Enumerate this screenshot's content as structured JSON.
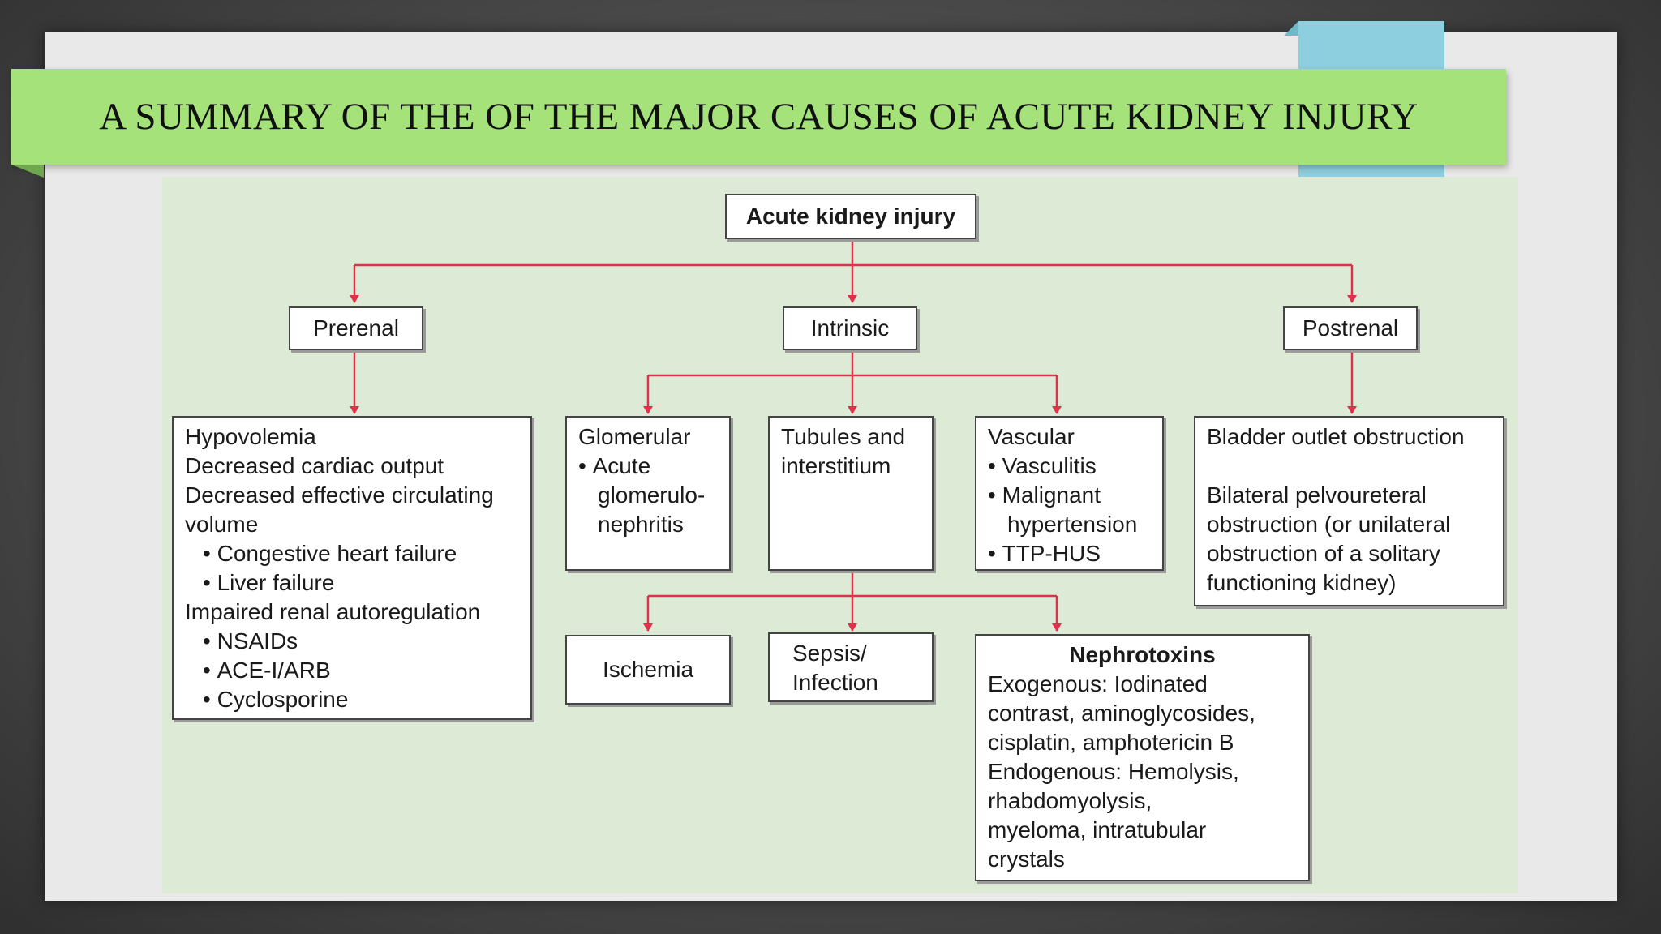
{
  "slide": {
    "title": "A SUMMARY OF THE OF THE MAJOR CAUSES OF ACUTE KIDNEY INJURY"
  },
  "colors": {
    "banner": "#a6e27a",
    "accent_tab": "#8ecfdf",
    "panel": "#ddebd6",
    "connector": "#e0304a"
  },
  "diagram": {
    "root": "Acute kidney injury",
    "categories": {
      "prerenal": "Prerenal",
      "intrinsic": "Intrinsic",
      "postrenal": "Postrenal"
    },
    "prerenal_causes": {
      "hypovolemia": "Hypovolemia",
      "cardiac": "Decreased cardiac output",
      "effective_a": "Decreased effective circulating",
      "effective_b": "volume",
      "chf": "Congestive heart failure",
      "liver": "Liver failure",
      "autoregulation": "Impaired renal autoregulation",
      "nsaids": "NSAIDs",
      "ace": "ACE-I/ARB",
      "cyclosporine": "Cyclosporine"
    },
    "glomerular": {
      "heading": "Glomerular",
      "item_a": "Acute",
      "item_b": "glomerulo-",
      "item_c": "nephritis"
    },
    "tubules": {
      "line1": "Tubules and",
      "line2": "interstitium"
    },
    "vascular": {
      "heading": "Vascular",
      "vasculitis": "Vasculitis",
      "malignant_a": "Malignant",
      "malignant_b": "hypertension",
      "ttp": "TTP-HUS"
    },
    "postrenal_causes": {
      "bladder": "Bladder outlet obstruction",
      "line1": "Bilateral pelvoureteral",
      "line2": "obstruction (or unilateral",
      "line3": "obstruction of a solitary",
      "line4": "functioning kidney)"
    },
    "ischemia": "Ischemia",
    "sepsis": {
      "line1": "Sepsis/",
      "line2": "Infection"
    },
    "nephrotoxins": {
      "heading": "Nephrotoxins",
      "line1": "Exogenous: Iodinated",
      "line2": "contrast, aminoglycosides,",
      "line3": "cisplatin, amphotericin B",
      "line4": "Endogenous: Hemolysis,",
      "line5": "rhabdomyolysis,",
      "line6": "myeloma, intratubular",
      "line7": "crystals"
    }
  }
}
